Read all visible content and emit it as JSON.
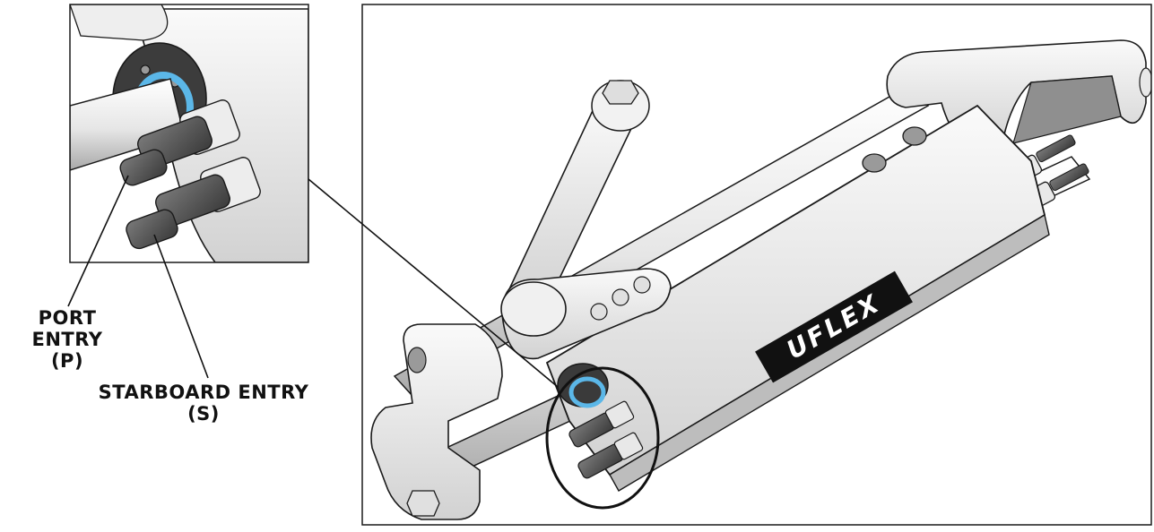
{
  "callouts": {
    "port": {
      "name": "PORT ENTRY",
      "code": "(P)"
    },
    "starboard": {
      "name": "STARBOARD ENTRY",
      "code": "(S)"
    }
  },
  "logo": {
    "text": "UFLEX"
  },
  "colors": {
    "outline": "#1a1a1a",
    "body_light": "#f2f2f2",
    "body_shade": "#cfcfcf",
    "fitting_dark": "#555555",
    "seal_blue": "#5bb7e8",
    "plate_black": "#111111"
  },
  "icons": [
    "hydraulic-cylinder-illustration",
    "fitting-detail-inset",
    "highlight-circle"
  ]
}
